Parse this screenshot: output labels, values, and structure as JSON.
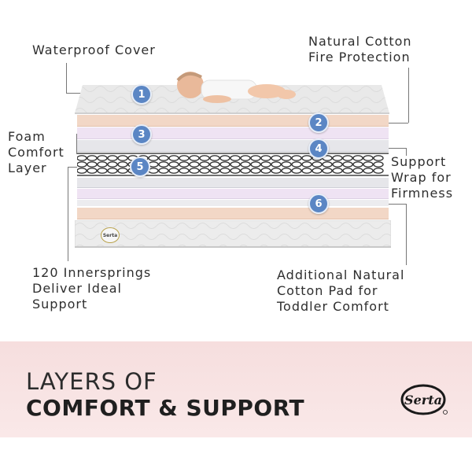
{
  "labels": {
    "waterproof_cover": "Waterproof Cover",
    "natural_cotton": "Natural Cotton\nFire Protection",
    "foam_comfort": "Foam\nComfort\nLayer",
    "support_wrap": "Support\nWrap for\nFirmness",
    "innersprings": "120 Innersprings\nDeliver Ideal\nSupport",
    "cotton_pad": "Additional Natural\nCotton Pad for\nToddler Comfort"
  },
  "badges": [
    "1",
    "2",
    "3",
    "4",
    "5",
    "6"
  ],
  "headline": {
    "line1": "LAYERS OF",
    "line2": "COMFORT & SUPPORT"
  },
  "brand": "Serta",
  "colors": {
    "badge": "#5b86c4",
    "cotton_layer": "#f2d8c8",
    "foam_layer": "#eee2f2",
    "band": "#f6dede"
  },
  "icons": [
    "baby-image",
    "innerspring-coils",
    "serta-logo"
  ]
}
